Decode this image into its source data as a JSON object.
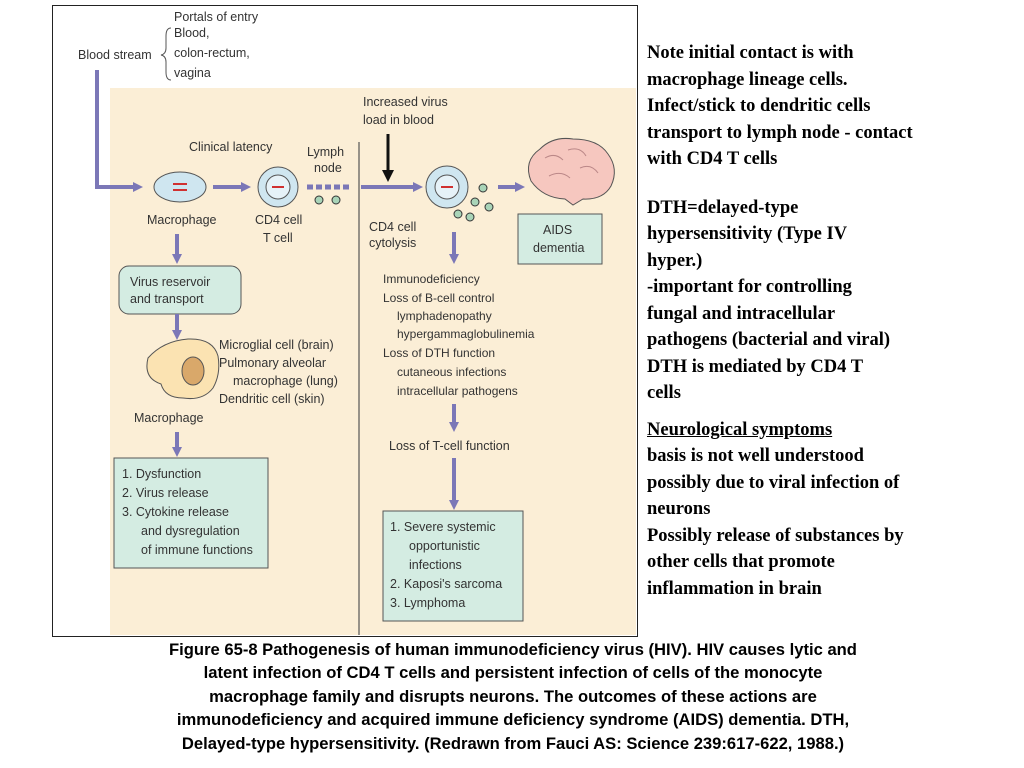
{
  "diagram": {
    "portals_title": "Portals of entry",
    "portals_lines": [
      "Blood,",
      "colon-rectum,",
      "vagina"
    ],
    "blood_stream": "Blood stream",
    "clinical_latency": "Clinical latency",
    "lymph_node": [
      "Lymph",
      "node"
    ],
    "increased_virus": [
      "Increased virus",
      "load in blood"
    ],
    "macrophage_label": "Macrophage",
    "cd4_label": [
      "CD4 cell",
      "T cell"
    ],
    "cd4_cytolysis": [
      "CD4 cell",
      "cytolysis"
    ],
    "aids_dementia": [
      "AIDS",
      "dementia"
    ],
    "virus_reservoir": [
      "Virus reservoir",
      "and transport"
    ],
    "immuno_list": [
      "Immunodeficiency",
      "Loss of B-cell control",
      "lymphadenopathy",
      "hypergammaglobulinemia",
      "Loss of DTH function",
      "cutaneous infections",
      "intracellular pathogens"
    ],
    "tissue_list": [
      "Microglial cell (brain)",
      "Pulmonary alveolar",
      "macrophage (lung)",
      "Dendritic cell (skin)"
    ],
    "macrophage_bottom": "Macrophage",
    "loss_tcell": "Loss of T-cell function",
    "outcomes_left": [
      "1. Dysfunction",
      "2. Virus release",
      "3. Cytokine release",
      "and dysregulation",
      "of immune functions"
    ],
    "outcomes_right": [
      "1. Severe systemic",
      "opportunistic",
      "infections",
      "2. Kaposi's sarcoma",
      "3. Lymphoma"
    ]
  },
  "notes": {
    "intro": [
      "Note initial contact is with",
      "macrophage lineage cells.",
      "Infect/stick to dendritic cells",
      "transport to lymph node - contact",
      "with CD4 T cells"
    ],
    "dth": [
      "DTH=delayed-type",
      "hypersensitivity (Type IV",
      "hyper.)",
      "-important for controlling",
      "fungal and intracellular",
      "pathogens (bacterial and viral)",
      "DTH is mediated by CD4 T",
      "cells"
    ],
    "neuro_heading": "Neurological symptoms",
    "neuro": [
      "basis is not well understood",
      "possibly due to viral infection of",
      "neurons",
      "Possibly release of substances by",
      "other cells that promote",
      "inflammation in brain"
    ]
  },
  "caption": [
    "Figure 65-8 Pathogenesis of human immunodeficiency virus (HIV). HIV causes lytic and",
    "latent infection of CD4 T cells and persistent infection of cells of the monocyte",
    "macrophage family and disrupts neurons. The outcomes of these actions are",
    "immunodeficiency and acquired immune deficiency syndrome (AIDS) dementia. DTH,",
    "Delayed-type hypersensitivity. (Redrawn from Fauci AS: Science 239:617-622, 1988.)"
  ],
  "colors": {
    "panel_bg": "#fbeed6",
    "box_bg": "#d4ece2",
    "arrow": "#7b77b7",
    "cell_fill": "#cfe6f0",
    "brain": "#f6c7bf",
    "tissue": "#fbe3b2"
  }
}
